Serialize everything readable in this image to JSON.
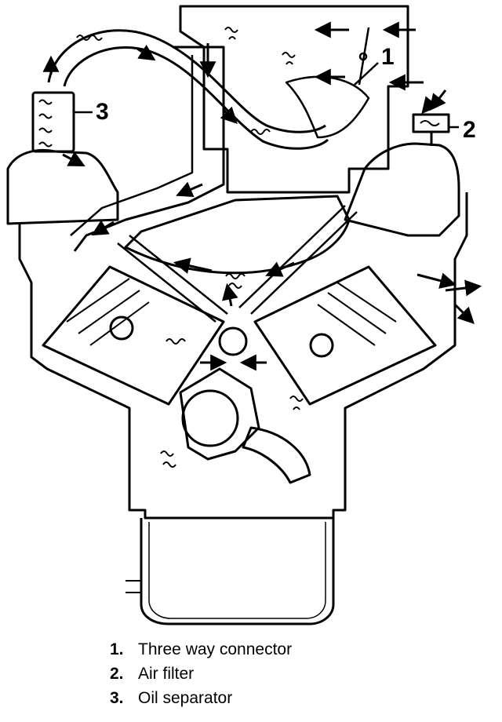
{
  "callouts": [
    {
      "id": "1",
      "label": "1"
    },
    {
      "id": "2",
      "label": "2"
    },
    {
      "id": "3",
      "label": "3"
    }
  ],
  "legend": [
    {
      "num": "1.",
      "text": "Three way connector"
    },
    {
      "num": "2.",
      "text": "Air filter"
    },
    {
      "num": "3.",
      "text": "Oil separator"
    }
  ]
}
